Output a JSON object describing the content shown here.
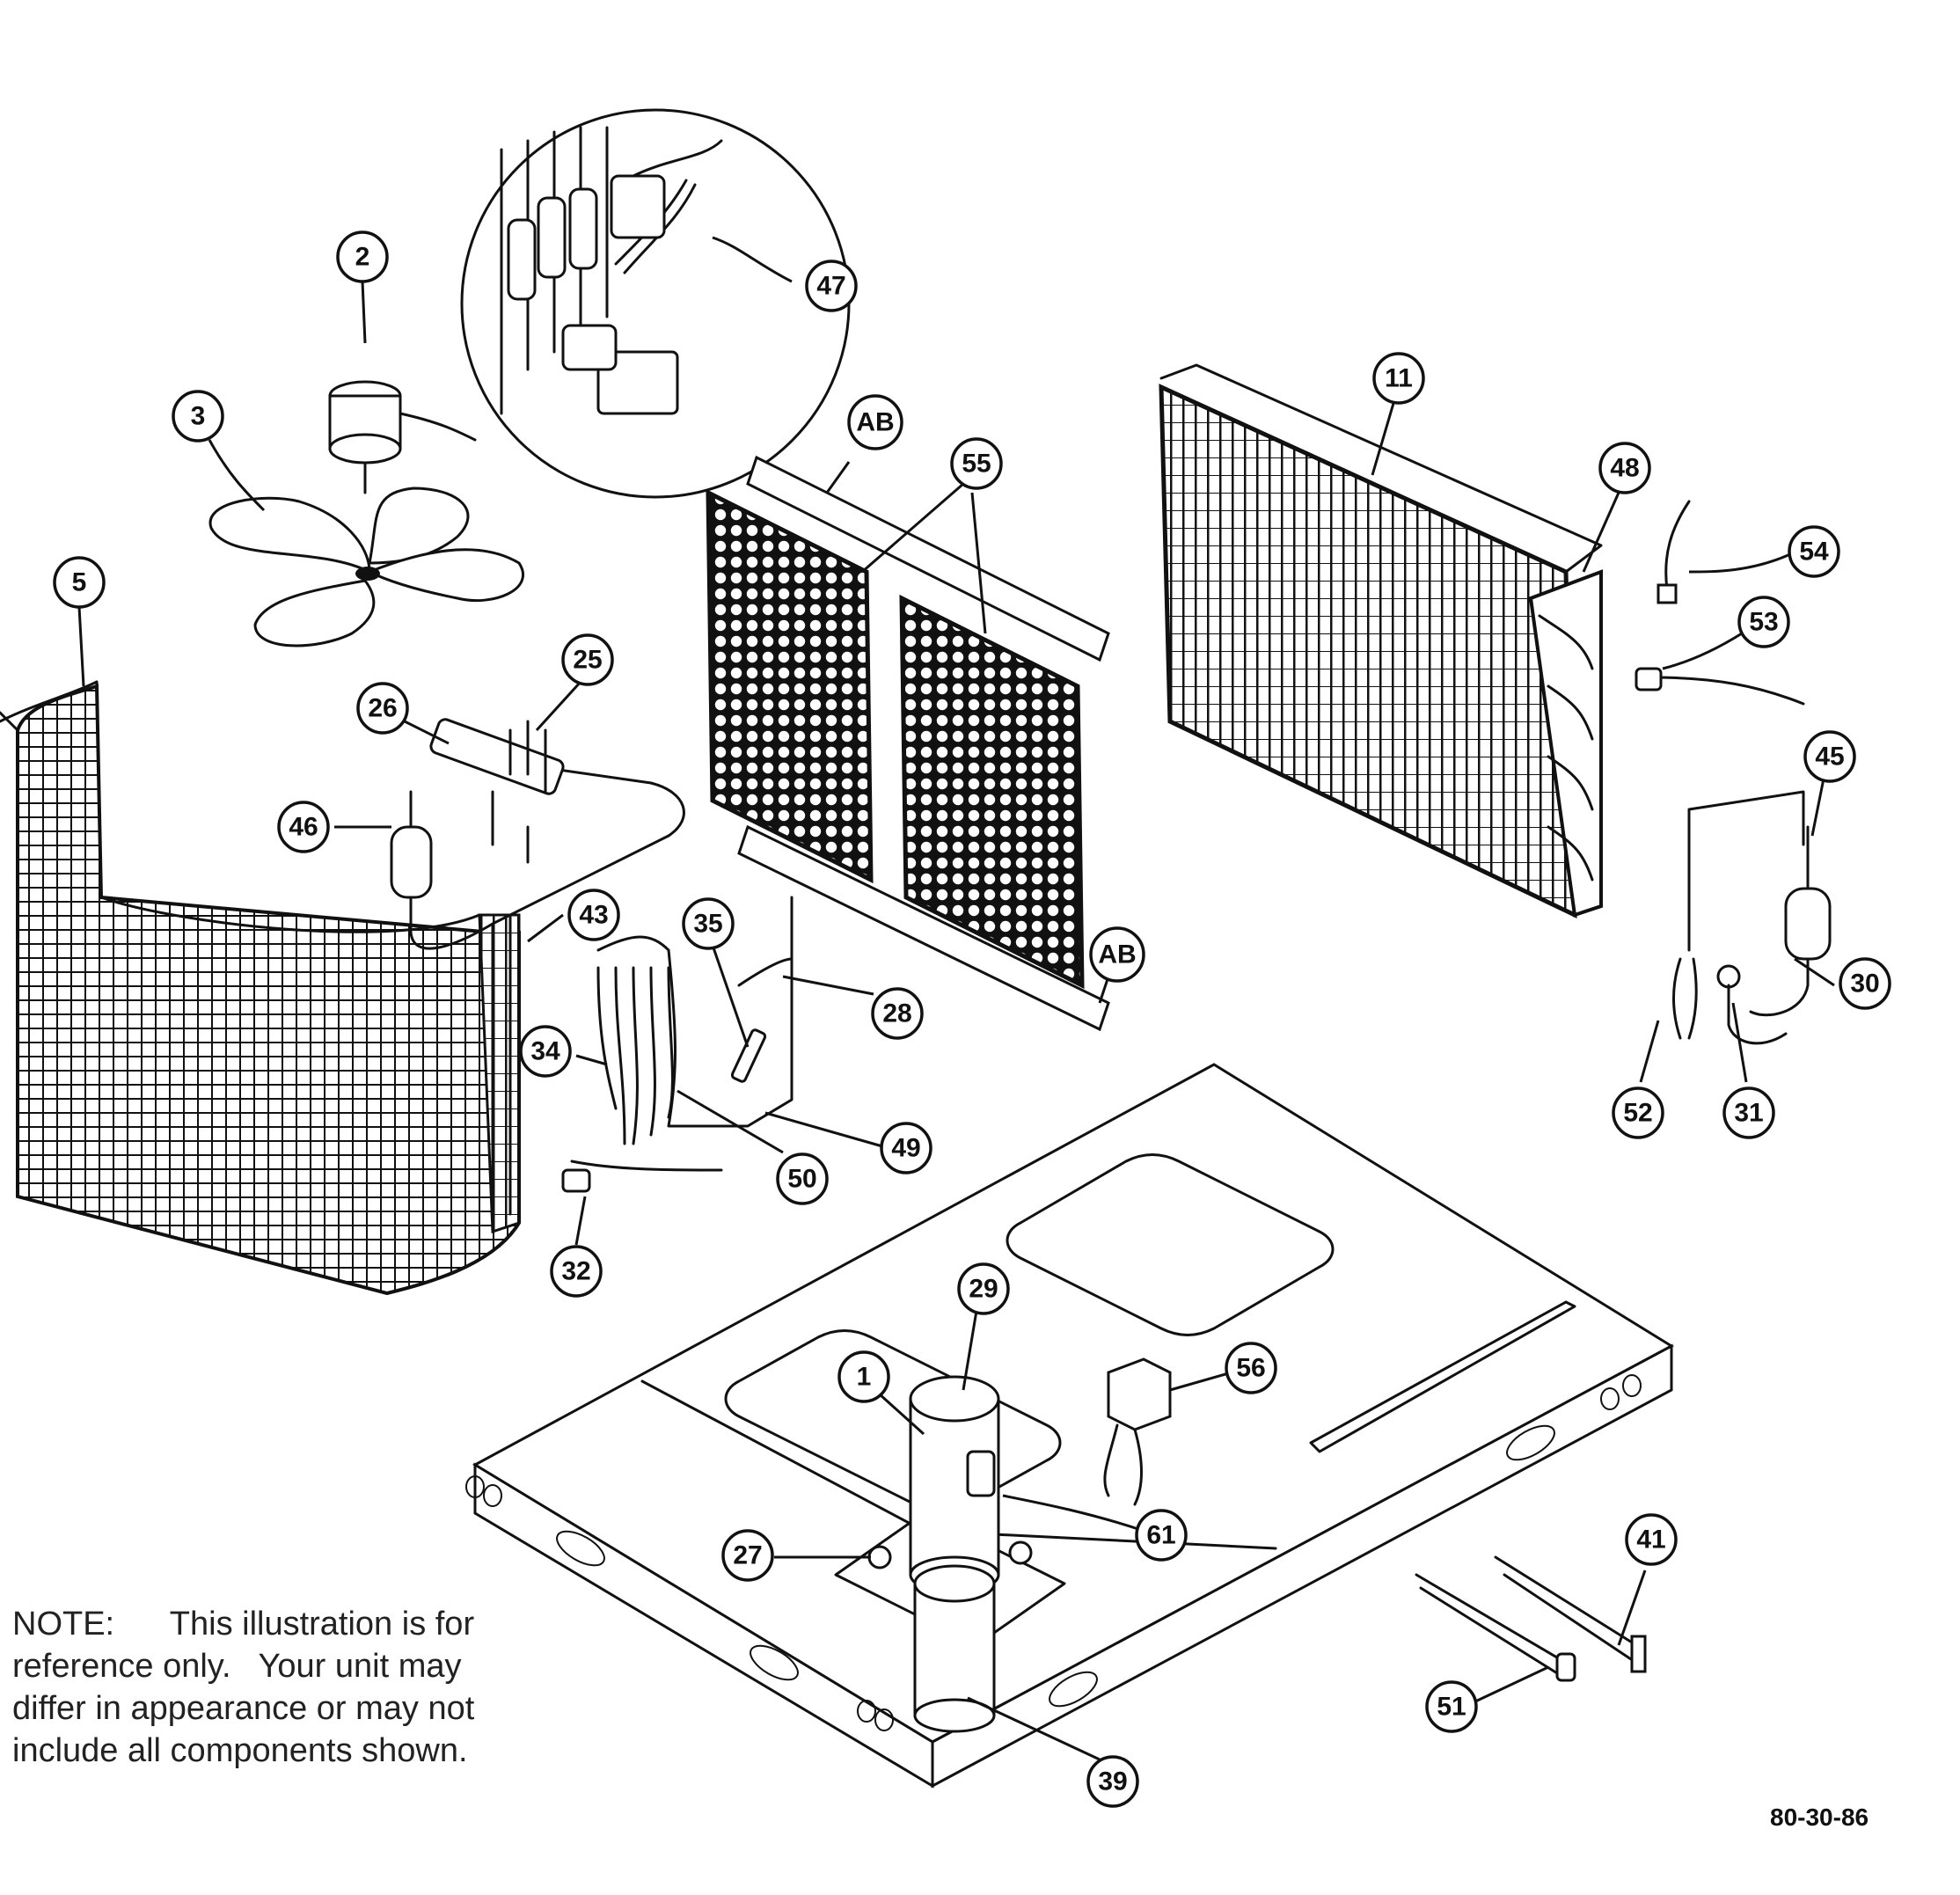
{
  "note_lines": [
    "NOTE:      This illustration is for",
    "reference only.   Your unit may",
    "differ in appearance or may not",
    "include all components shown."
  ],
  "drawing_number": "80-30-86",
  "callouts": [
    "2",
    "3",
    "5",
    "25",
    "26",
    "46",
    "43",
    "47",
    "AB",
    "55",
    "AB",
    "11",
    "48",
    "54",
    "53",
    "45",
    "30",
    "31",
    "52",
    "35",
    "28",
    "34",
    "49",
    "50",
    "32",
    "29",
    "1",
    "56",
    "61",
    "27",
    "39",
    "41",
    "51"
  ]
}
